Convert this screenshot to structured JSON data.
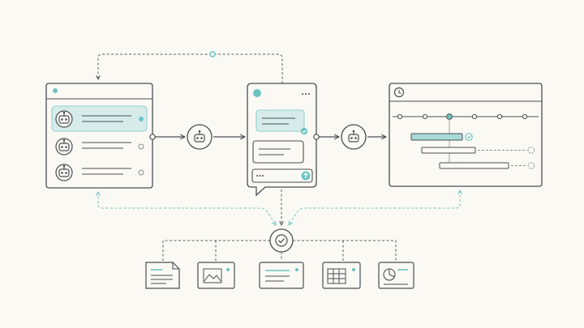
{
  "colors": {
    "background": "#fbf9f4",
    "stroke": "#4a4f53",
    "light_stroke": "#8a8f92",
    "accent": "#6cc3c1",
    "accent_fill": "#d7ecea",
    "dashed": "#5a5f63",
    "dashed_accent": "#6cc3c1"
  },
  "left_panel": {
    "rows": [
      {
        "icon": "robot-icon",
        "highlighted": true,
        "status": "active-dot"
      },
      {
        "icon": "robot-icon",
        "highlighted": false,
        "status": "empty-circle"
      },
      {
        "icon": "robot-icon",
        "highlighted": false,
        "status": "empty-circle"
      }
    ]
  },
  "agents": [
    {
      "icon": "robot-icon"
    },
    {
      "icon": "robot-icon"
    }
  ],
  "chat_panel": {
    "messages": [
      {
        "icon": "check-icon",
        "highlighted": true
      },
      {
        "highlighted": false
      }
    ],
    "composer": {
      "icon": "send-arrow-icon",
      "menu": "ellipsis-icon"
    }
  },
  "timeline_panel": {
    "header_icon": "clock-icon",
    "steps": 6,
    "active_step": 3,
    "bars": [
      {
        "state": "done",
        "icon": "check-icon"
      },
      {
        "state": "pending",
        "icon": "empty-circle"
      },
      {
        "state": "pending",
        "icon": "empty-circle"
      }
    ]
  },
  "hub": {
    "icon": "check-circle-icon"
  },
  "outputs": [
    {
      "icon": "document-icon"
    },
    {
      "icon": "image-icon"
    },
    {
      "icon": "text-card-icon"
    },
    {
      "icon": "table-icon"
    },
    {
      "icon": "pie-chart-icon"
    }
  ]
}
